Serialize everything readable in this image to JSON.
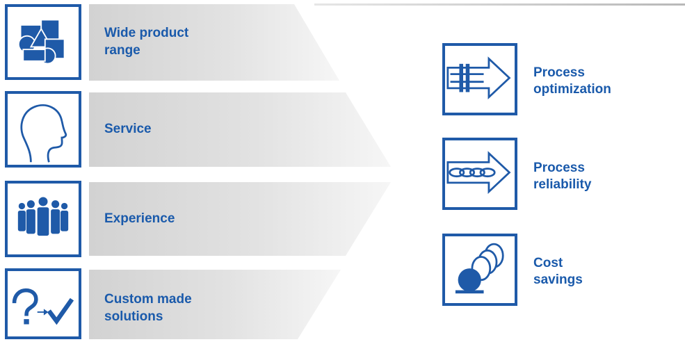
{
  "left_items": [
    {
      "line1": "Wide product",
      "line2": "range",
      "icon": "product-range-shapes-icon"
    },
    {
      "line1": "Service",
      "line2": "",
      "icon": "person-head-icon"
    },
    {
      "line1": "Experience",
      "line2": "",
      "icon": "team-people-icon"
    },
    {
      "line1": "Custom made",
      "line2": "solutions",
      "icon": "question-to-check-icon"
    }
  ],
  "right_items": [
    {
      "line1": "Process",
      "line2": "optimization",
      "icon": "process-arrow-icon"
    },
    {
      "line1": "Process",
      "line2": "reliability",
      "icon": "chain-arrow-icon"
    },
    {
      "line1": "Cost",
      "line2": "savings",
      "icon": "coins-icon"
    }
  ],
  "colors": {
    "brand_blue": "#1f5aa8",
    "text_blue": "#1a5aab",
    "band_gray": "#d4d4d4",
    "band_light": "#f5f5f5"
  }
}
